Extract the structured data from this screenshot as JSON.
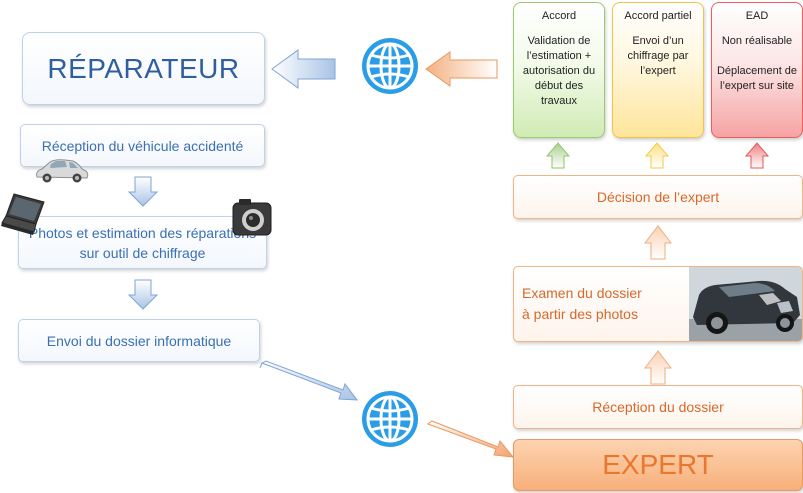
{
  "repairer": {
    "title": "RÉPARATEUR",
    "step1": "Réception du véhicule accidenté",
    "step2": "Photos et estimation des réparations sur outil de chiffrage",
    "step3": "Envoi du dossier informatique"
  },
  "expert": {
    "title": "EXPERT",
    "reception": "Réception du dossier",
    "examen": "Examen du dossier\nà partir des photos",
    "decision": "Décision de l’expert"
  },
  "decisions": [
    {
      "title": "Accord",
      "body": "Validation de l’estimation + autorisation du début des travaux",
      "color": "#92d050"
    },
    {
      "title": "Accord partiel",
      "body": "Envoi d’un chiffrage par l’expert",
      "color": "#ffc000"
    },
    {
      "title": "EAD",
      "body": "Non réalisable\n\nDéplacement de l’expert sur site",
      "color": "#ff0000"
    }
  ],
  "icons": [
    "globe-icon",
    "car-icon",
    "laptop-icon",
    "camera-icon",
    "car-photo"
  ]
}
